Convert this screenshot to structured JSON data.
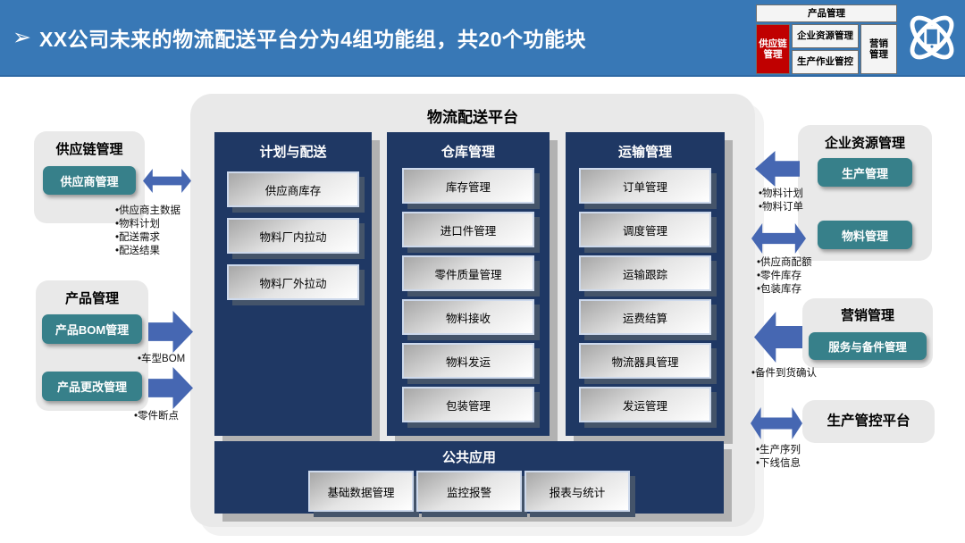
{
  "colors": {
    "header_bg": "#3878B6",
    "navy_block": "#1F3864",
    "teal_button": "#37808A",
    "arrow_blue": "#4667B2",
    "legend_highlight_red": "#C00000",
    "panel_gray": "#E9E9E9"
  },
  "header": {
    "marker": "➢",
    "title": "XX公司未来的物流配送平台分为4组功能组，共20个功能块",
    "legend": {
      "product": "产品管理",
      "supply_chain": "供应链\n管理",
      "enterprise_resource": "企业资源管理",
      "production_ops": "生产作业管控",
      "marketing": "营销\n管理"
    }
  },
  "platform": {
    "title": "物流配送平台",
    "columns": [
      {
        "title": "计划与配送",
        "items": [
          "供应商库存",
          "物料厂内拉动",
          "物料厂外拉动"
        ]
      },
      {
        "title": "仓库管理",
        "items": [
          "库存管理",
          "进口件管理",
          "零件质量管理",
          "物料接收",
          "物料发运",
          "包装管理"
        ]
      },
      {
        "title": "运输管理",
        "items": [
          "订单管理",
          "调度管理",
          "运输跟踪",
          "运费结算",
          "物流器具管理",
          "发运管理"
        ]
      }
    ],
    "common": {
      "title": "公共应用",
      "items": [
        "基础数据管理",
        "监控报警",
        "报表与统计"
      ]
    }
  },
  "left": {
    "supply_chain": {
      "title": "供应链管理",
      "button": "供应商管理",
      "bullets": [
        "•供应商主数据",
        "•物料计划",
        "•配送需求",
        "•配送结果"
      ]
    },
    "product": {
      "title": "产品管理",
      "button_bom": "产品BOM管理",
      "button_change": "产品更改管理",
      "bullet_bom": "•车型BOM",
      "bullet_breakpoint": "•零件断点"
    }
  },
  "right": {
    "erm": {
      "title": "企业资源管理",
      "button_production": "生产管理",
      "button_material": "物料管理",
      "bullets_production": [
        "•物料计划",
        "•物料订单"
      ],
      "bullets_material": [
        "•供应商配额",
        "•零件库存",
        "•包装库存"
      ]
    },
    "marketing": {
      "title": "营销管理",
      "button": "服务与备件管理",
      "bullet": "•备件到货确认"
    },
    "mes": {
      "title": "生产管控平台",
      "bullets": [
        "•生产序列",
        "•下线信息"
      ]
    }
  }
}
